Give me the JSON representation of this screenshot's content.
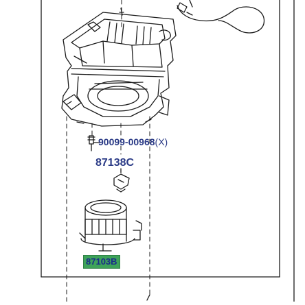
{
  "diagram": {
    "callouts": {
      "bolt_part": "90099-00968",
      "bolt_suffix": "(X)",
      "resistor_part": "87138C",
      "motor_part": "87103B"
    },
    "colors": {
      "line": "#1a1a1a",
      "label_text": "#2a3a86",
      "highlight": "#3ea35a"
    }
  }
}
